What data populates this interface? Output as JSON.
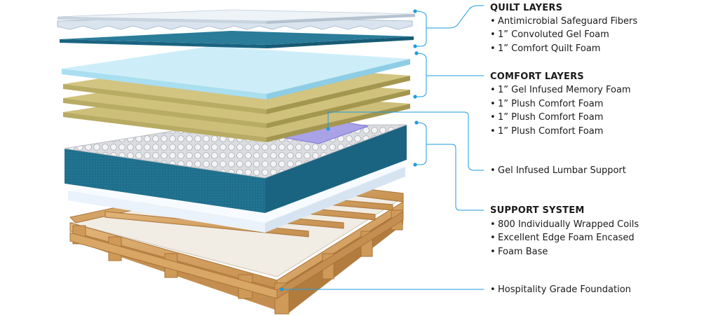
{
  "colors": {
    "accent": "#1e9be0",
    "teal": "#1f6f8c",
    "quilt": "#e4ecf4",
    "gel": "#c9ecf7",
    "comfort": "#cbbe7a",
    "lumbar": "#9f98e6",
    "wood": "#d7a462",
    "text": "#1a1a1a"
  },
  "groups": [
    {
      "heading": "QUILT LAYERS",
      "items": [
        "Antimicrobial Safeguard Fibers",
        "1” Convoluted Gel Foam",
        "1” Comfort Quilt Foam"
      ]
    },
    {
      "heading": "COMFORT LAYERS",
      "items": [
        "1” Gel Infused Memory Foam",
        "1” Plush Comfort Foam",
        "1” Plush Comfort Foam",
        "1” Plush Comfort Foam"
      ]
    },
    {
      "heading": "",
      "items": [
        "Gel Infused Lumbar Support"
      ]
    },
    {
      "heading": "SUPPORT SYSTEM",
      "items": [
        "800 Individually Wrapped Coils",
        "Excellent Edge Foam Encased",
        "Foam Base"
      ]
    },
    {
      "heading": "",
      "items": [
        "Hospitality Grade Foundation"
      ]
    }
  ]
}
